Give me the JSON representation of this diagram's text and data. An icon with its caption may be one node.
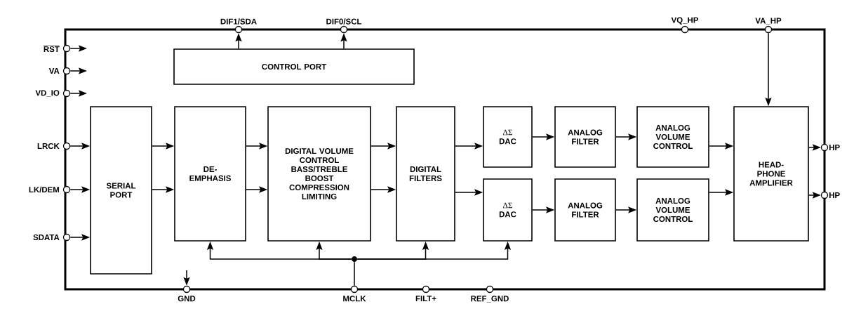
{
  "diagram": {
    "nodes": [
      {
        "text": [],
        "shape": "circle",
        "beside": [
          "RST"
        ]
      },
      {
        "text": [],
        "shape": "circle",
        "beside": [
          "VA"
        ]
      },
      {
        "text": [],
        "shape": "circle",
        "beside": [
          "VD_IO"
        ]
      },
      {
        "text": [],
        "shape": "circle",
        "beside": [
          "DIF1/SDA"
        ]
      },
      {
        "text": [],
        "shape": "circle",
        "beside": [
          "DIF0/SCL"
        ]
      },
      {
        "text": [],
        "shape": "circle",
        "beside": [
          "VQ_HP"
        ]
      },
      {
        "text": [],
        "shape": "circle",
        "beside": [
          "VA_HP"
        ]
      },
      {
        "text": [
          "CONTROL PORT"
        ]
      },
      {
        "text": [],
        "shape": "circle",
        "beside": [
          "LRCK"
        ]
      },
      {
        "text": [],
        "shape": "circle",
        "beside": [
          "LK/DEM"
        ]
      },
      {
        "text": [],
        "shape": "circle",
        "beside": [
          "SDATA"
        ]
      },
      {
        "text": [
          "SERIAL PORT"
        ]
      },
      {
        "text": [
          "DE- EMPHASIS"
        ]
      },
      {
        "text": [
          "DIGITAL VOLUME CONTROL BASS/TREBLE BOOST COMPRESSION LIMITING"
        ]
      },
      {
        "text": [
          "DIGITAL FILTERS"
        ]
      },
      {
        "text": [
          "ΔΣ",
          "DAC"
        ]
      },
      {
        "text": [
          "ANALOG FILTER"
        ]
      },
      {
        "text": [
          "ANALOG VOLUME CONTROL"
        ]
      },
      {
        "text": [
          "HEAD- PHONE AMPLIFIER"
        ]
      },
      {
        "text": [],
        "shape": "circle",
        "beside": [
          "HP"
        ]
      },
      {
        "text": [
          "ΔΣ",
          "DAC"
        ]
      },
      {
        "text": [
          "ANALOG FILTER"
        ]
      },
      {
        "text": [
          "ANALOG VOLUME CONTROL"
        ]
      },
      {
        "text": [],
        "shape": "circle",
        "beside": [
          "HP"
        ]
      },
      {
        "text": [],
        "shape": "dot"
      },
      {
        "text": [],
        "shape": "circle",
        "beside": [
          "GND"
        ]
      },
      {
        "text": [],
        "shape": "circle",
        "beside": [
          "MCLK"
        ]
      },
      {
        "text": [],
        "shape": "circle",
        "beside": [
          "FILT+"
        ]
      },
      {
        "text": [],
        "shape": "circle",
        "beside": [
          "REF_GND"
        ]
      }
    ],
    "edges": [
      {
        "from": 0,
        "to": null,
        "arrow": "to"
      },
      {
        "from": 1,
        "to": null,
        "arrow": "to"
      },
      {
        "from": 2,
        "to": null,
        "arrow": "to"
      },
      {
        "from": 7,
        "to": 3,
        "arrow": "to"
      },
      {
        "from": 7,
        "to": 4,
        "arrow": "to"
      },
      {
        "from": 6,
        "to": 18,
        "arrow": "to"
      },
      {
        "from": 8,
        "to": 11,
        "arrow": "to"
      },
      {
        "from": 9,
        "to": 11,
        "arrow": "to"
      },
      {
        "from": 10,
        "to": 11,
        "arrow": "to"
      },
      {
        "from": 11,
        "to": 12,
        "arrow": "to"
      },
      {
        "from": 11,
        "to": 12,
        "arrow": "to"
      },
      {
        "from": 12,
        "to": 13,
        "arrow": "to"
      },
      {
        "from": 12,
        "to": 13,
        "arrow": "to"
      },
      {
        "from": 13,
        "to": 14,
        "arrow": "to"
      },
      {
        "from": 13,
        "to": 14,
        "arrow": "to"
      },
      {
        "from": 14,
        "to": 15,
        "arrow": "to"
      },
      {
        "from": 14,
        "to": 20,
        "arrow": "to"
      },
      {
        "from": 15,
        "to": 16,
        "arrow": "to"
      },
      {
        "from": 20,
        "to": 21,
        "arrow": "to"
      },
      {
        "from": 16,
        "to": 17,
        "arrow": "to"
      },
      {
        "from": 21,
        "to": 22,
        "arrow": "to"
      },
      {
        "from": 17,
        "to": 18,
        "arrow": "to"
      },
      {
        "from": 22,
        "to": 18,
        "arrow": "to"
      },
      {
        "from": 18,
        "to": 19,
        "arrow": "to"
      },
      {
        "from": 18,
        "to": 23,
        "arrow": "to"
      },
      {
        "from": null,
        "to": 25,
        "arrow": "to"
      },
      {
        "from": 26,
        "to": 24,
        "arrow": "none"
      },
      {
        "from": 24,
        "to": 12,
        "arrow": "to"
      },
      {
        "from": 24,
        "to": 13,
        "arrow": "to"
      },
      {
        "from": 24,
        "to": 14,
        "arrow": "to"
      },
      {
        "from": 24,
        "to": 20,
        "arrow": "to"
      }
    ]
  }
}
